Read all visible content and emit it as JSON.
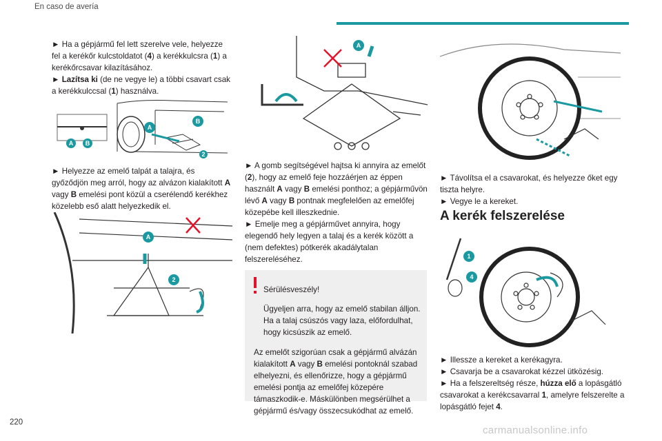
{
  "header": {
    "title": "En caso de avería",
    "accent_color": "#1a9aa0"
  },
  "page_number": "220",
  "watermark": "carmanualsonline.info",
  "col1": {
    "p1": {
      "a": "► Ha a gépjármű fel lett szerelve vele, helyezze fel a kerékőr kulcstoldatot (",
      "b": "4",
      "c": ") a kerékkulcsra (",
      "d": "1",
      "e": ") a kerékőrcsavar kilazításához."
    },
    "p2": {
      "a": "► ",
      "b": "Lazítsa ki",
      "c": " (de ne vegye le) a többi csavart csak a kerékkulccsal (",
      "d": "1",
      "e": ") használva."
    },
    "fig1": {
      "labels": [
        "A",
        "B",
        "A",
        "B",
        "2"
      ]
    },
    "p3": {
      "a": "► Helyezze az emelő talpát a talajra, és győződjön meg arról, hogy az alvázon kialakított ",
      "b": "A",
      "c": " vagy ",
      "d": "B",
      "e": " emelési pont közül a cserélendő kerékhez közelebb eső alatt helyezkedik el."
    },
    "fig2": {
      "labels": [
        "A",
        "2"
      ]
    }
  },
  "col2": {
    "fig3": {
      "labels": [
        "A"
      ]
    },
    "p1": {
      "a": "► A gomb segítségével hajtsa ki annyira az emelőt (",
      "b": "2",
      "c": "), hogy az emelő feje hozzáérjen az éppen használt ",
      "d": "A",
      "e": " vagy ",
      "f": "B",
      "g": " emelési ponthoz; a gépjárművön lévő ",
      "h": "A",
      "i": " vagy ",
      "j": "B",
      "k": " pontnak megfelelően az emelőfej közepébe kell illeszkednie."
    },
    "p2": "► Emelje meg a gépjárművet annyira, hogy elegendő hely legyen a talaj és a kerék között a (nem defektes) pótkerék akadálytalan felszereléséhez.",
    "warning": {
      "line1": "Sérülésveszély!",
      "line2": "Ügyeljen arra, hogy az emelő stabilan álljon. Ha a talaj csúszós vagy laza, előfordulhat, hogy kicsúszik az emelő.",
      "line3a": "Az emelőt szigorúan csak a gépjármű alvázán kialakított ",
      "line3b": "A",
      "line3c": " vagy ",
      "line3d": "B",
      "line3e": " emelési pontoknál szabad elhelyezni, és ellenőrizze, hogy a gépjármű emelési pontja az emelőfej közepére támaszkodik-e. Máskülönben megsérülhet a gépjármű és/vagy összecsukódhat az emelő.",
      "color": "#e3122a"
    }
  },
  "col3": {
    "p1": "► Távolítsa el a csavarokat, és helyezze őket egy tiszta helyre.",
    "p2": "► Vegye le a kereket.",
    "section_title": "A kerék felszerelése",
    "fig5": {
      "labels": [
        "1",
        "4"
      ]
    },
    "p3": "► Illessze a kereket a kerékagyra.",
    "p4": "► Csavarja be a csavarokat kézzel ütközésig.",
    "p5": {
      "a": "► Ha a felszereltség része, ",
      "b": "húzza elő",
      "c": " a lopásgátló csavarokat a kerékcsavarral ",
      "d": "1",
      "e": ", amelyre felszerelte a lopásgátló fejet ",
      "f": "4",
      "g": "."
    }
  },
  "colors": {
    "badge": "#1a9aa0",
    "cross": "#e3122a",
    "line_art": "#333333"
  }
}
